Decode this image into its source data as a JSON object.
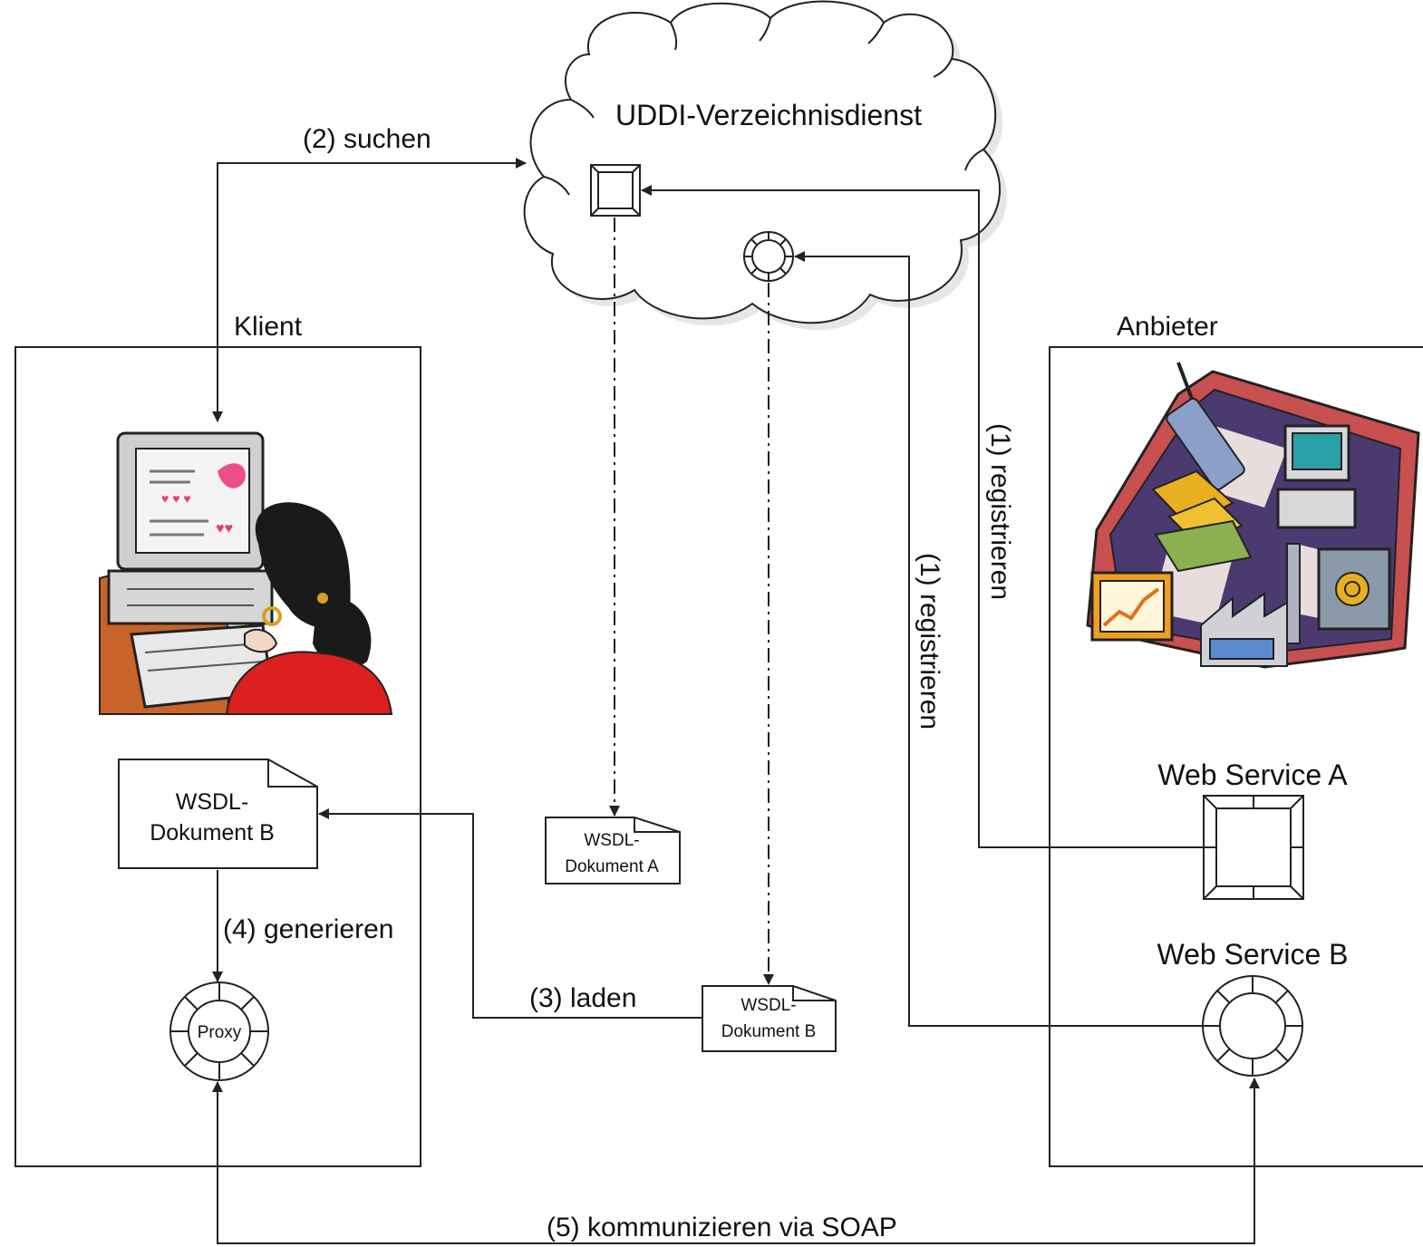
{
  "cloud": {
    "title": "UDDI-Verzeichnisdienst"
  },
  "client": {
    "label": "Klient"
  },
  "provider": {
    "label": "Anbieter"
  },
  "steps": {
    "search": "(2) suchen",
    "register_a": "(1) registrieren",
    "register_b": "(1) registrieren",
    "load": "(3) laden",
    "generate": "(4) generieren",
    "communicate": "(5) kommunizieren via SOAP"
  },
  "documents": {
    "client_doc": {
      "line1": "WSDL-",
      "line2": "Dokument B"
    },
    "doc_a": {
      "line1": "WSDL-",
      "line2": "Dokument A"
    },
    "doc_b": {
      "line1": "WSDL-",
      "line2": "Dokument B"
    }
  },
  "services": {
    "a": "Web Service A",
    "b": "Web Service B",
    "proxy": "Proxy"
  },
  "icons": {
    "client_clipart": "person-at-computer-icon",
    "provider_clipart": "business-assets-icon",
    "square_service": "square-service-icon",
    "round_service": "round-service-icon"
  },
  "colors": {
    "line": "#222222",
    "clipart_red": "#cc2222",
    "clipart_orange": "#c86428"
  }
}
